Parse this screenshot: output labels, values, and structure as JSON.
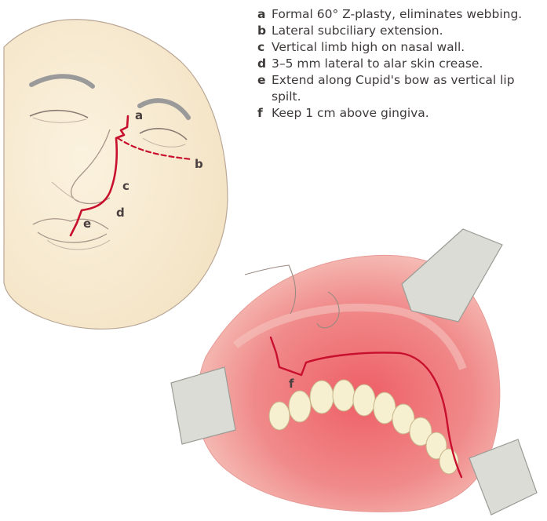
{
  "figure": {
    "labels": {
      "a": "a",
      "b": "b",
      "c": "c",
      "d": "d",
      "e": "e",
      "f": "f"
    },
    "colors": {
      "incision": "#c8102e",
      "skin": "#f8ecd2",
      "mucosa": "#f2a9a3",
      "mucosa_deep": "#ee6a6e",
      "retractor": "#dcdcd6",
      "outline": "#9a8a80"
    },
    "icons": [
      "face-profile-illustration",
      "oral-retraction-illustration"
    ]
  },
  "legend": [
    {
      "key": "a",
      "text": "Formal 60° Z-plasty, eliminates webbing."
    },
    {
      "key": "b",
      "text": "Lateral subciliary extension."
    },
    {
      "key": "c",
      "text": "Vertical limb high on nasal wall."
    },
    {
      "key": "d",
      "text": "3–5 mm lateral to alar skin crease."
    },
    {
      "key": "e",
      "text": "Extend along Cupid's bow as vertical lip spilt."
    },
    {
      "key": "f",
      "text": "Keep 1 cm above gingiva."
    }
  ]
}
